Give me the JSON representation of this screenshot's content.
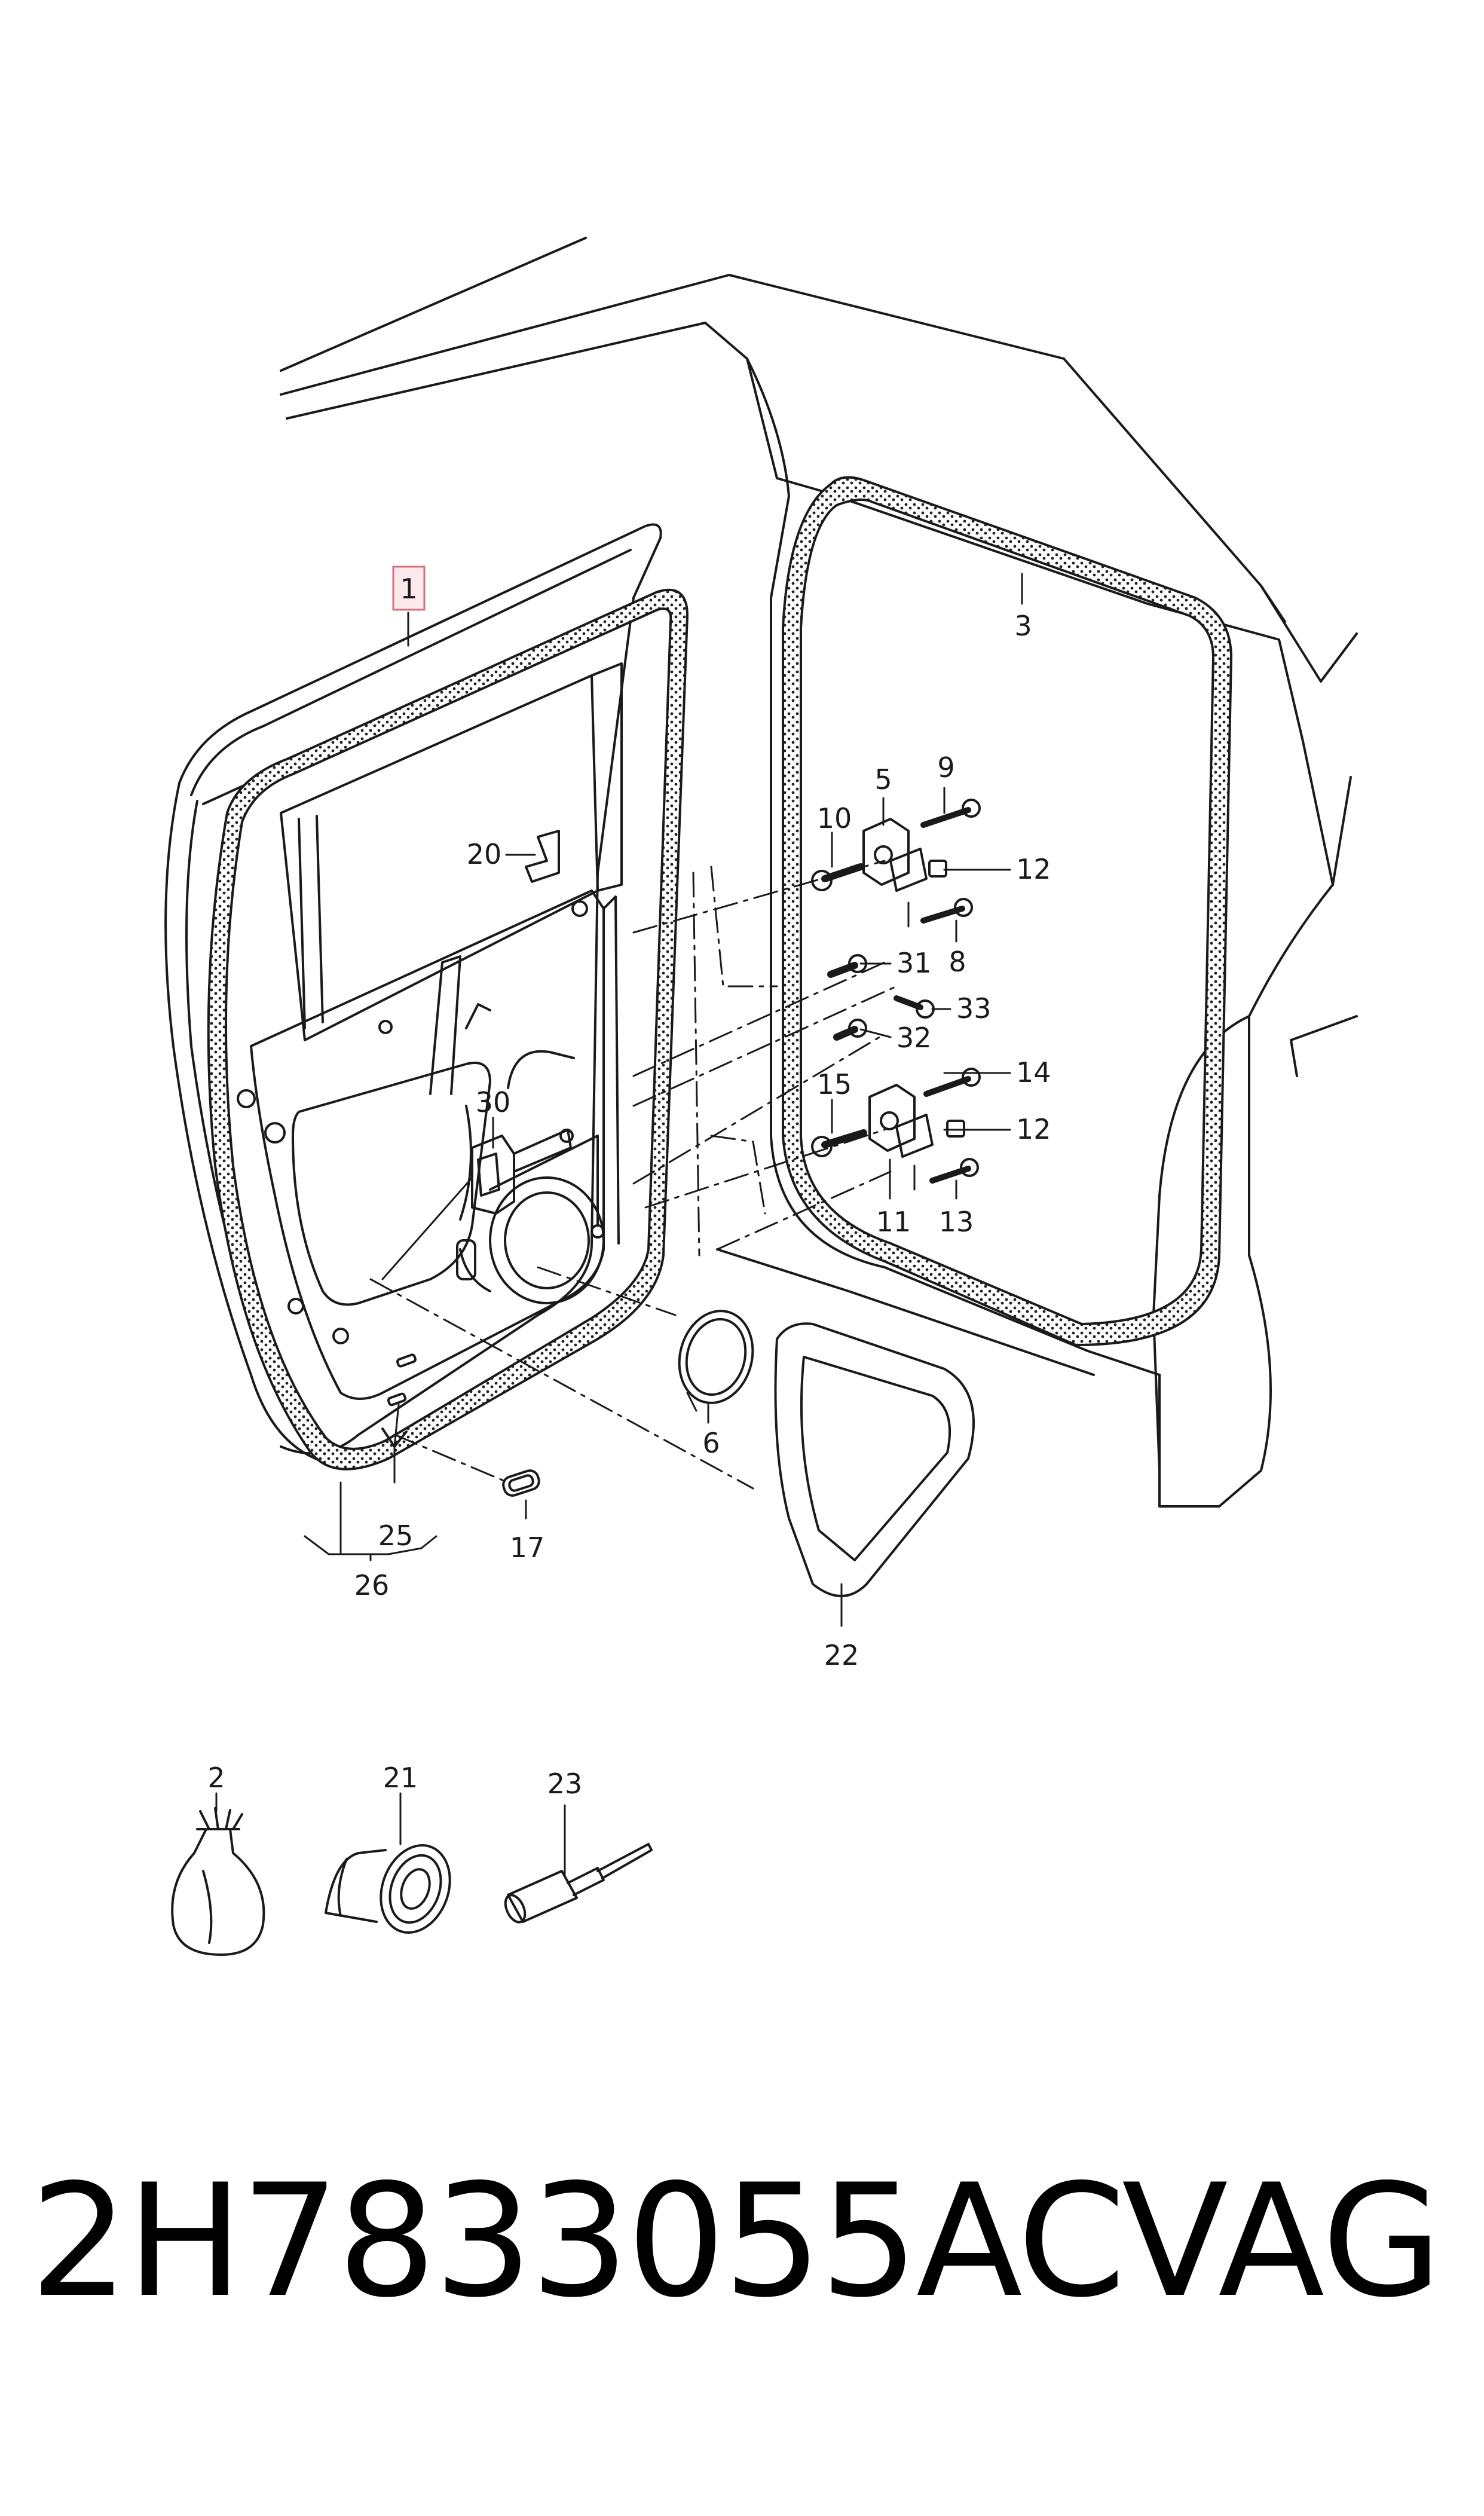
{
  "callouts": [
    {
      "id": "c1",
      "text": "1",
      "highlighted": true
    },
    {
      "id": "c2",
      "text": "2"
    },
    {
      "id": "c3",
      "text": "3"
    },
    {
      "id": "c5",
      "text": "5"
    },
    {
      "id": "c6",
      "text": "6"
    },
    {
      "id": "c8",
      "text": "8"
    },
    {
      "id": "c9",
      "text": "9"
    },
    {
      "id": "c10",
      "text": "10"
    },
    {
      "id": "c11",
      "text": "11"
    },
    {
      "id": "c12a",
      "text": "12"
    },
    {
      "id": "c12b",
      "text": "12"
    },
    {
      "id": "c13",
      "text": "13"
    },
    {
      "id": "c14",
      "text": "14"
    },
    {
      "id": "c15",
      "text": "15"
    },
    {
      "id": "c17",
      "text": "17"
    },
    {
      "id": "c20",
      "text": "20"
    },
    {
      "id": "c21",
      "text": "21"
    },
    {
      "id": "c22",
      "text": "22"
    },
    {
      "id": "c23",
      "text": "23"
    },
    {
      "id": "c25",
      "text": "25"
    },
    {
      "id": "c26",
      "text": "26"
    },
    {
      "id": "c30",
      "text": "30"
    },
    {
      "id": "c31",
      "text": "31"
    },
    {
      "id": "c32",
      "text": "32"
    },
    {
      "id": "c33",
      "text": "33"
    }
  ],
  "footer": {
    "part_number": "2H7833055AC",
    "brand": "VAG"
  },
  "colors": {
    "line": "#1a1a1a",
    "highlight_fill": "#fbe9ee",
    "highlight_stroke": "#d9707f"
  }
}
